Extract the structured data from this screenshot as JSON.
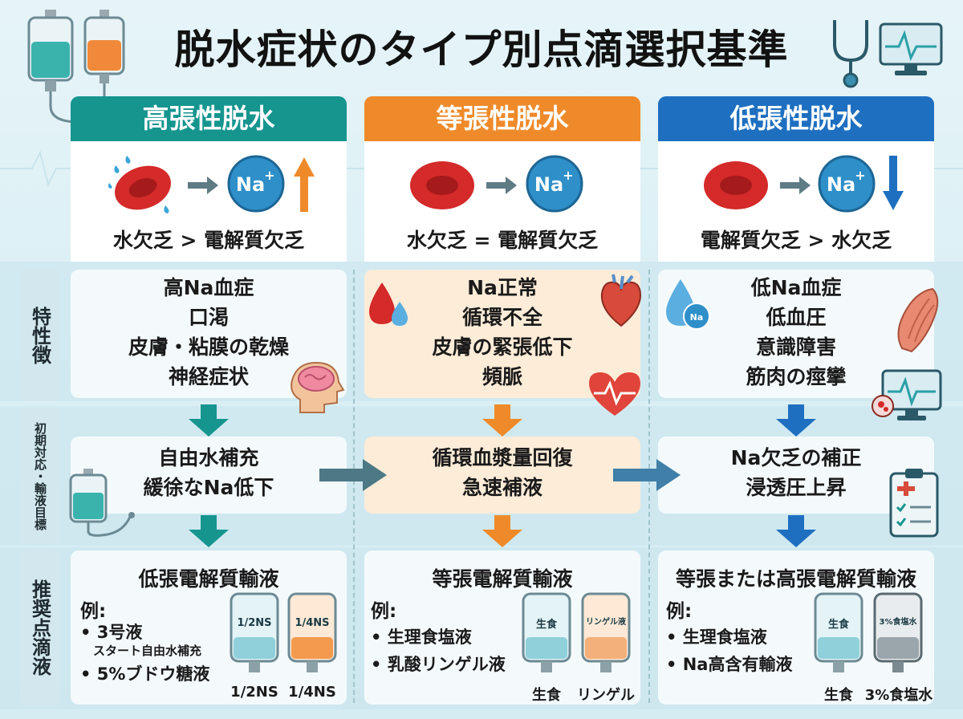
{
  "title": "脱水症状のタイプ別点滴選択基準",
  "row_labels": {
    "features": "特性徴",
    "initial": "初期対応・輸液目標",
    "recommended": "推奨点滴液"
  },
  "colors": {
    "teal": "#16958f",
    "orange": "#ef8a2a",
    "blue": "#1e6fc0",
    "blood": "#d42a2a",
    "na_circle": "#2e8fc9"
  },
  "columns": [
    {
      "header": "高張性脱水",
      "na_label": "Na",
      "na_trend": "up",
      "ratio": "水欠乏 > 電解質欠乏",
      "features": [
        "高Na血症",
        "口渇",
        "皮膚・粘膜の乾燥",
        "神経症状"
      ],
      "target": [
        "自由水補充",
        "緩徐なNa低下"
      ],
      "rec_title": "低張電解質輸液",
      "example_label": "例:",
      "examples": [
        "• 3号液",
        "• 5%ブドウ糖液"
      ],
      "example_note": "スタート自由水補充",
      "bags": [
        {
          "text": "1/2NS",
          "caption": "1/2NS"
        },
        {
          "text": "1/4NS",
          "caption": "1/4NS"
        }
      ]
    },
    {
      "header": "等張性脱水",
      "na_label": "Na",
      "na_trend": "none",
      "ratio": "水欠乏 = 電解質欠乏",
      "features": [
        "Na正常",
        "循環不全",
        "皮膚の緊張低下",
        "頻脈"
      ],
      "target": [
        "循環血漿量回復",
        "急速補液"
      ],
      "rec_title": "等張電解質輸液",
      "example_label": "例:",
      "examples": [
        "• 生理食塩液",
        "• 乳酸リンゲル液"
      ],
      "bags": [
        {
          "text": "生食",
          "caption": "生食"
        },
        {
          "text": "リンゲル液",
          "caption": "リンゲル"
        }
      ]
    },
    {
      "header": "低張性脱水",
      "na_label": "Na",
      "na_trend": "down",
      "ratio": "電解質欠乏 > 水欠乏",
      "features": [
        "低Na血症",
        "低血圧",
        "意識障害",
        "筋肉の痙攣"
      ],
      "target": [
        "Na欠乏の補正",
        "浸透圧上昇"
      ],
      "rec_title": "等張または高張電解質輸液",
      "example_label": "例:",
      "examples": [
        "• 生理食塩液",
        "• Na高含有輸液"
      ],
      "bags": [
        {
          "text": "生食",
          "caption": "生食"
        },
        {
          "text": "3%食塩水",
          "caption": "3%食塩水"
        }
      ]
    }
  ],
  "decor": {
    "small_na": "Na",
    "icons": [
      "iv-bag-icon",
      "stethoscope-icon",
      "monitor-icon",
      "blood-drop-icon",
      "heart-organ-icon",
      "heart-pulse-icon",
      "brain-icon",
      "muscle-icon",
      "clipboard-icon"
    ]
  }
}
